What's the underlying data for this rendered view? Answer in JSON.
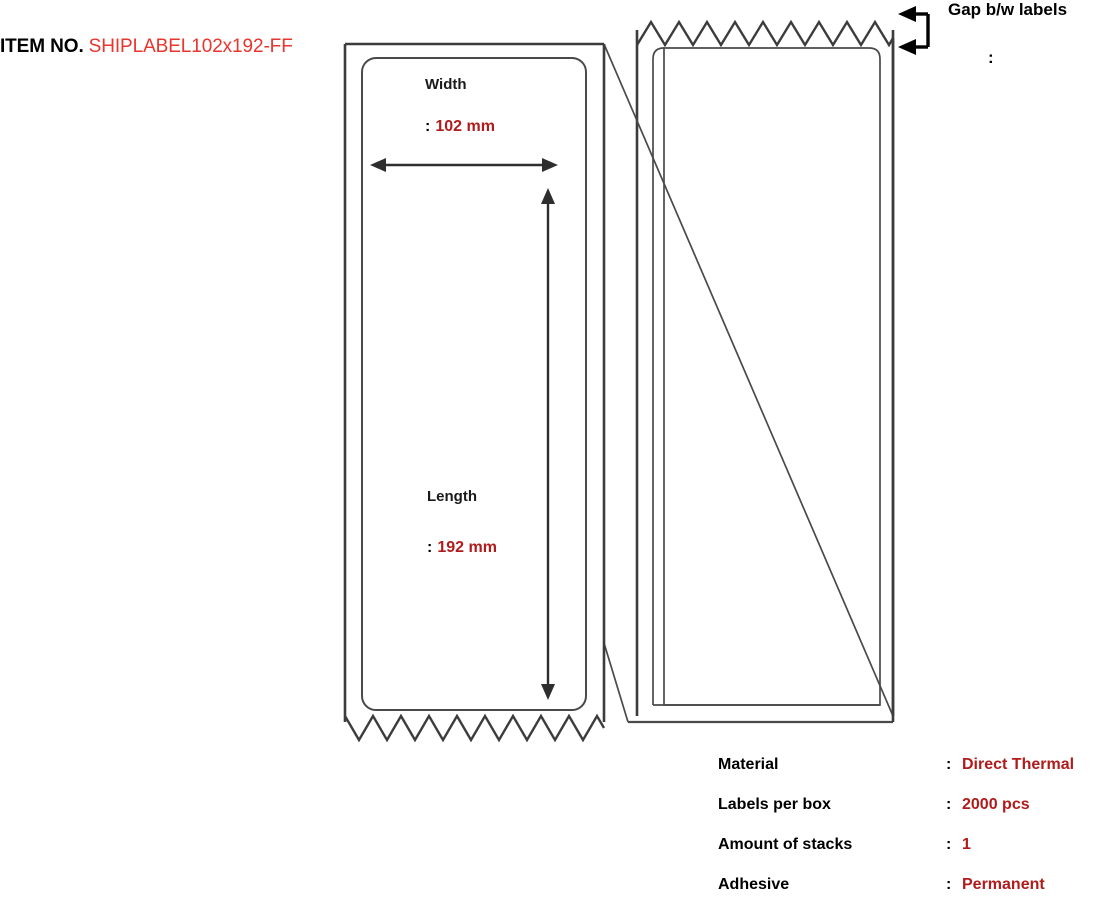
{
  "header": {
    "item_no_label": "ITEM NO.",
    "item_no_value": "SHIPLABEL102x192-FF"
  },
  "gap_callout": {
    "title": "Gap b/w labels",
    "colon": ":",
    "value": ""
  },
  "dimensions": {
    "width": {
      "title": "Width",
      "colon": ":",
      "value": "102 mm"
    },
    "length": {
      "title": "Length",
      "colon": ":",
      "value": "192 mm"
    }
  },
  "specs": {
    "colon": ":",
    "rows": [
      {
        "key": "Material",
        "value": "Direct Thermal"
      },
      {
        "key": "Labels per box",
        "value": "2000 pcs"
      },
      {
        "key": "Amount of stacks",
        "value": "1"
      },
      {
        "key": "Adhesive",
        "value": "Permanent"
      }
    ]
  },
  "colors": {
    "item_no_red": "#e8352e",
    "spec_red": "#b01b1b",
    "line_dark": "#3c3c3c",
    "line_thin": "#4a4a4a",
    "text_black": "#000000",
    "background": "#ffffff"
  },
  "diagram": {
    "type": "fanfold-label-stack",
    "front_stack_label": "front label stack with width and length dimension arrows",
    "back_stack_label": "rear label stack with perforation zigzag",
    "perforation_label": "zigzag perforation edge",
    "gap_bracket_label": "gap between labels bracket with two arrows"
  }
}
